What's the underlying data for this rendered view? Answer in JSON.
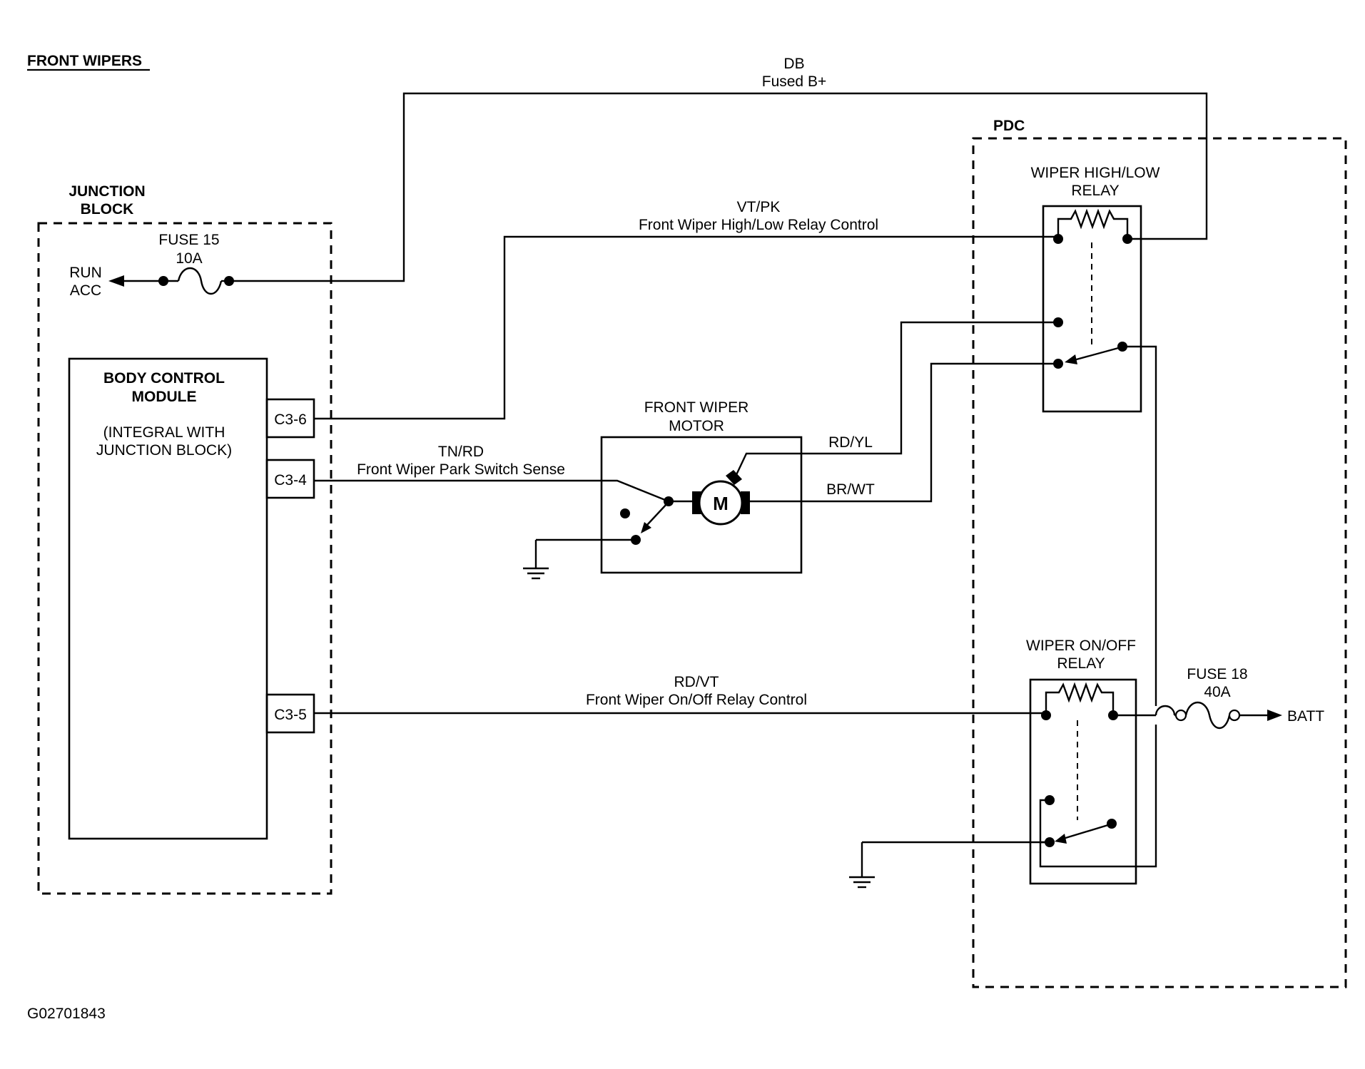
{
  "title": "FRONT WIPERS",
  "figure_id": "G02701843",
  "junction_block": {
    "label_line1": "JUNCTION",
    "label_line2": "BLOCK",
    "fuse_label": "FUSE 15",
    "fuse_rating": "10A",
    "output_line1": "RUN",
    "output_line2": "ACC"
  },
  "bcm": {
    "line1": "BODY CONTROL",
    "line2": "MODULE",
    "note1": "(INTEGRAL WITH",
    "note2": "JUNCTION BLOCK)",
    "connectors": [
      "C3-6",
      "C3-4",
      "C3-5"
    ]
  },
  "pdc": {
    "label": "PDC",
    "high_low_relay_line1": "WIPER HIGH/LOW",
    "high_low_relay_line2": "RELAY",
    "on_off_relay_line1": "WIPER ON/OFF",
    "on_off_relay_line2": "RELAY",
    "fuse_label": "FUSE 18",
    "fuse_rating": "40A",
    "battery": "BATT"
  },
  "motor": {
    "line1": "FRONT WIPER",
    "line2": "MOTOR",
    "symbol": "M"
  },
  "wires": {
    "db": {
      "color": "DB",
      "desc": "Fused B+"
    },
    "vtpk": {
      "color": "VT/PK",
      "desc": "Front Wiper High/Low Relay Control"
    },
    "tnrd": {
      "color": "TN/RD",
      "desc": "Front Wiper Park Switch Sense"
    },
    "rdyl": {
      "color": "RD/YL"
    },
    "brwt": {
      "color": "BR/WT"
    },
    "rdvt": {
      "color": "RD/VT",
      "desc": "Front Wiper On/Off Relay Control"
    }
  }
}
